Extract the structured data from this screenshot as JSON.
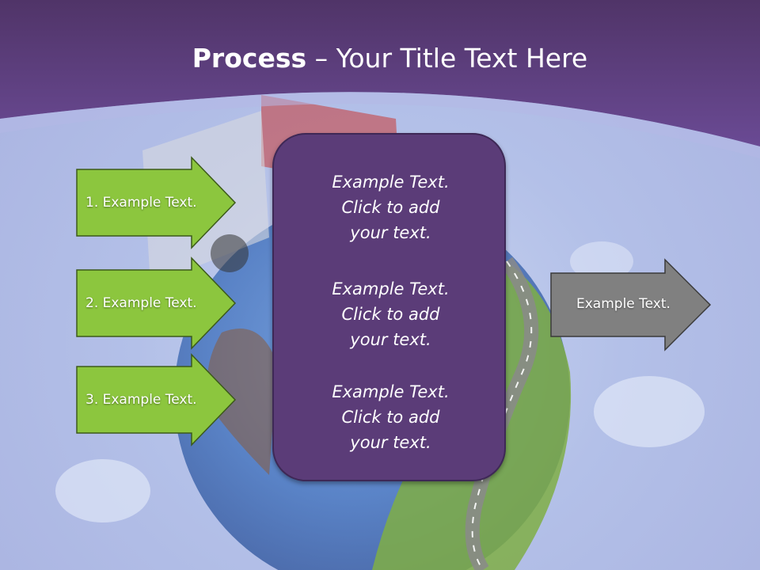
{
  "slide": {
    "title_bold": "Process",
    "title_rest": " – Your Title Text Here",
    "left_arrows": [
      {
        "label": "1. Example Text."
      },
      {
        "label": "2. Example Text."
      },
      {
        "label": "3. Example Text."
      }
    ],
    "center_items": [
      {
        "text": "Example Text.\nClick  to add\nyour text."
      },
      {
        "text": "Example Text.\nClick  to add\nyour text."
      },
      {
        "text": "Example Text.\nClick  to add\nyour text."
      }
    ],
    "right_arrow": {
      "label": "Example Text."
    }
  },
  "colors": {
    "header": "#5d3f86",
    "green_arrow": "#8cc63e",
    "green_arrow_border": "#3c5a1a",
    "center_box": "#5b3c78",
    "gray_arrow": "#808080"
  }
}
